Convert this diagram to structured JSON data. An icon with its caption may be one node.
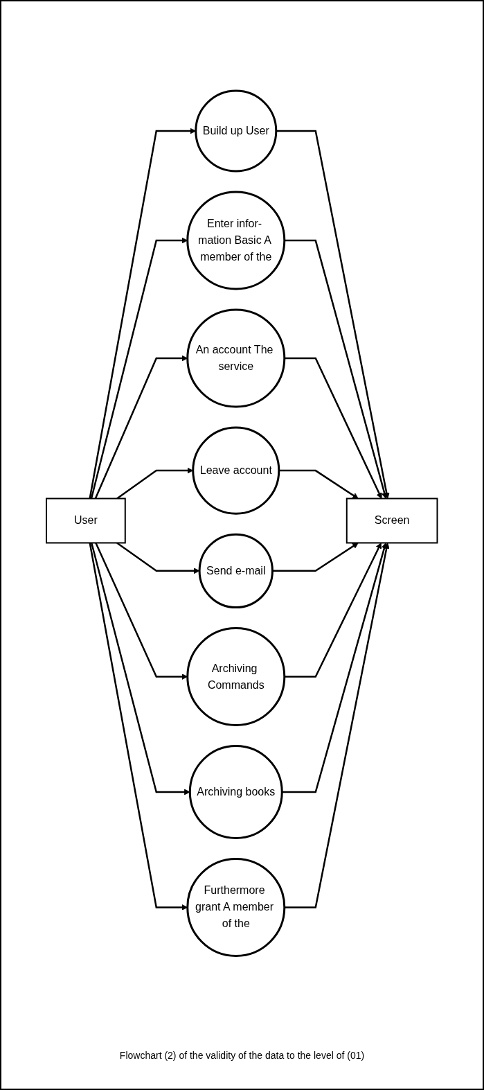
{
  "diagram": {
    "caption": "Flowchart (2) of the validity of the data to the level of (01)",
    "nodes": [
      {
        "text": [
          "User"
        ]
      },
      {
        "text": [
          "Build up User"
        ]
      },
      {
        "text": [
          "Enter infor- mation Basic A member of the"
        ]
      },
      {
        "text": [
          "An account The service"
        ]
      },
      {
        "text": [
          "Leave account"
        ]
      },
      {
        "text": [
          "Send e-mail"
        ]
      },
      {
        "text": [
          "Archiving Commands"
        ]
      },
      {
        "text": [
          "Archiving books"
        ]
      },
      {
        "text": [
          "Furthermore grant A member of the"
        ]
      },
      {
        "text": [
          "Screen"
        ]
      }
    ],
    "edges": [
      {
        "from": 0,
        "to": 1,
        "arrow": "to"
      },
      {
        "from": 0,
        "to": 2,
        "arrow": "to"
      },
      {
        "from": 0,
        "to": 3,
        "arrow": "to"
      },
      {
        "from": 0,
        "to": 4,
        "arrow": "to"
      },
      {
        "from": 0,
        "to": 5,
        "arrow": "to"
      },
      {
        "from": 0,
        "to": 6,
        "arrow": "to"
      },
      {
        "from": 0,
        "to": 7,
        "arrow": "to"
      },
      {
        "from": 0,
        "to": 8,
        "arrow": "to"
      },
      {
        "from": 1,
        "to": 9,
        "arrow": "to"
      },
      {
        "from": 2,
        "to": 9,
        "arrow": "to"
      },
      {
        "from": 3,
        "to": 9,
        "arrow": "to"
      },
      {
        "from": 4,
        "to": 9,
        "arrow": "to"
      },
      {
        "from": 5,
        "to": 9,
        "arrow": "to"
      },
      {
        "from": 6,
        "to": 9,
        "arrow": "to"
      },
      {
        "from": 7,
        "to": 9,
        "arrow": "to"
      },
      {
        "from": 8,
        "to": 9,
        "arrow": "to"
      }
    ]
  }
}
